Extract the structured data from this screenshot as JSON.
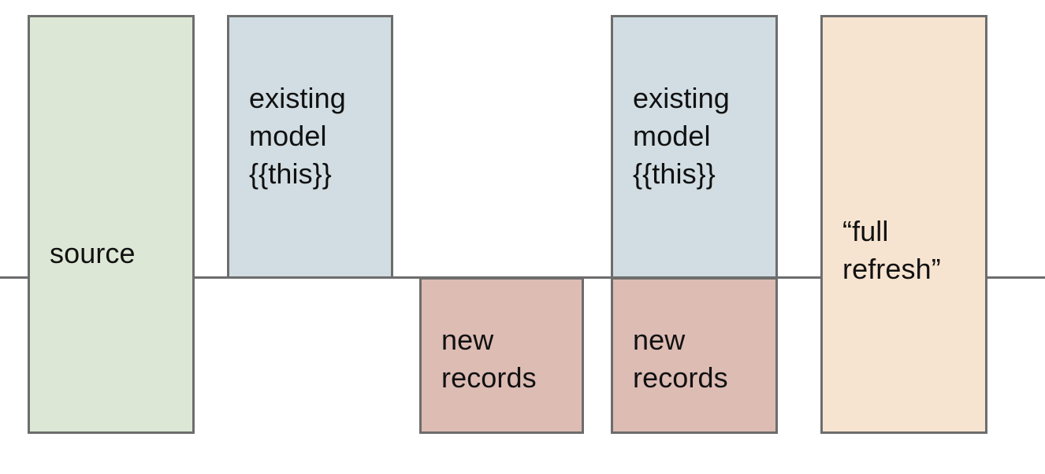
{
  "diagram": {
    "title": "incremental model full refresh diagram",
    "baseline": {
      "name": "horizontal-divider-line",
      "color": "#6d6d6d"
    },
    "palette": {
      "source_fill": "#dde7d5",
      "model_fill": "#d1dde2",
      "new_records_fill": "#ddbcb4",
      "full_refresh_fill": "#f7e4d0",
      "stroke": "#6d6d6d",
      "text": "#111111",
      "background": "#ffffff"
    },
    "nodes": [
      {
        "id": "source",
        "label": "source"
      },
      {
        "id": "model_a",
        "label": "existing\nmodel\n{{this}}"
      },
      {
        "id": "new_a",
        "label": "new\nrecords"
      },
      {
        "id": "model_b",
        "label": "existing\nmodel\n{{this}}"
      },
      {
        "id": "new_b",
        "label": "new\nrecords"
      },
      {
        "id": "full",
        "label": "“full\nrefresh”"
      }
    ]
  }
}
